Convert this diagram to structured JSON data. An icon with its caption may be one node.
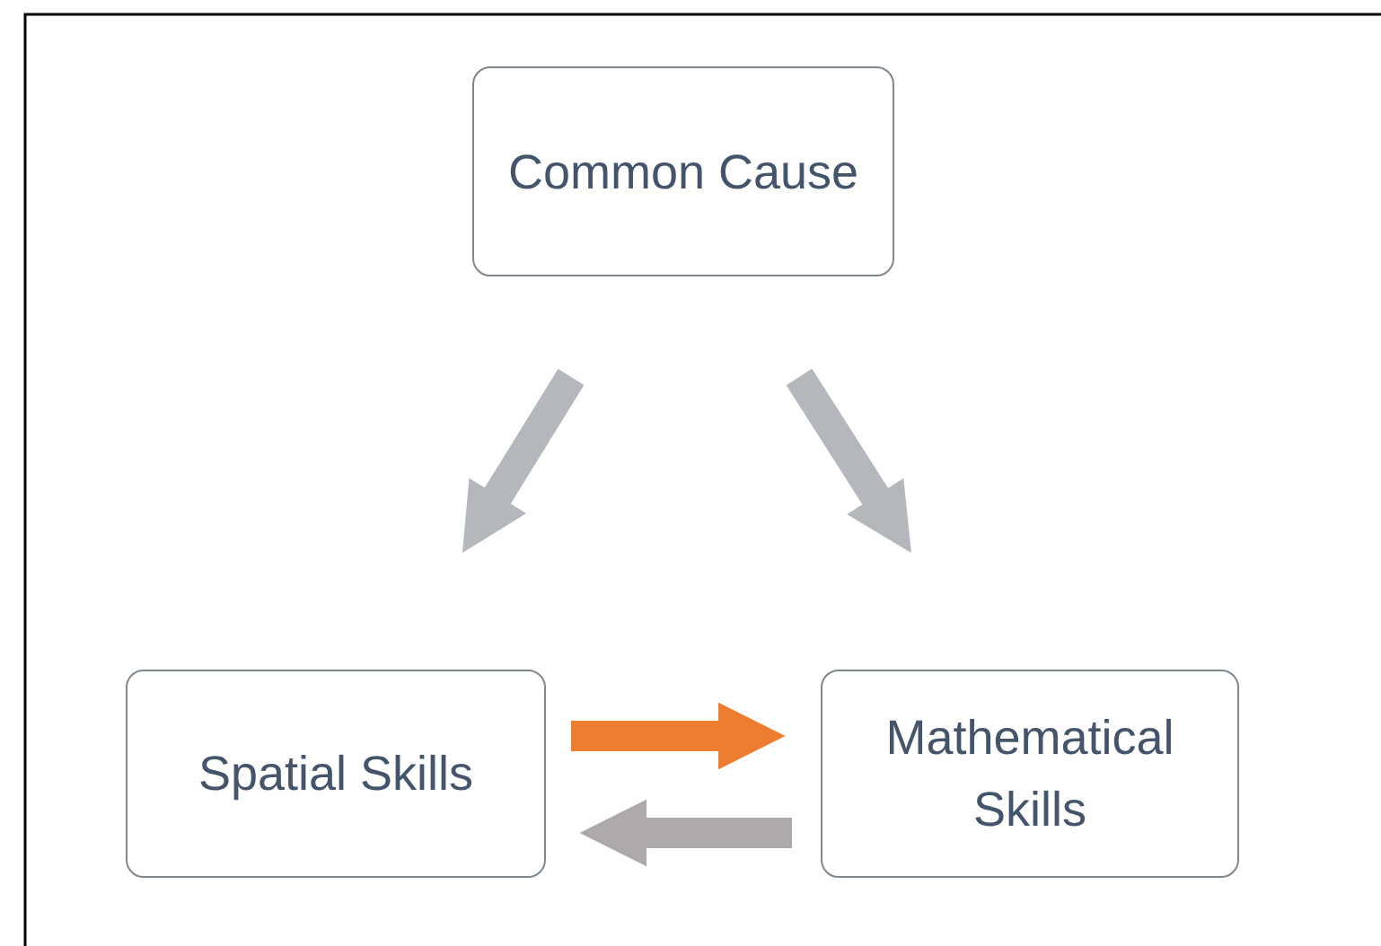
{
  "diagram": {
    "nodes": [
      {
        "text": [
          "Common Cause"
        ]
      },
      {
        "text": [
          "Spatial Skills"
        ]
      },
      {
        "text": [
          "Mathematical Skills"
        ]
      }
    ],
    "edges": [
      {
        "from": 0,
        "to": 1,
        "arrow": "to"
      },
      {
        "from": 0,
        "to": 2,
        "arrow": "to"
      },
      {
        "from": 1,
        "to": 2,
        "arrow": "to",
        "color": "#ed7d31"
      },
      {
        "from": 2,
        "to": 1,
        "arrow": "to"
      }
    ]
  }
}
